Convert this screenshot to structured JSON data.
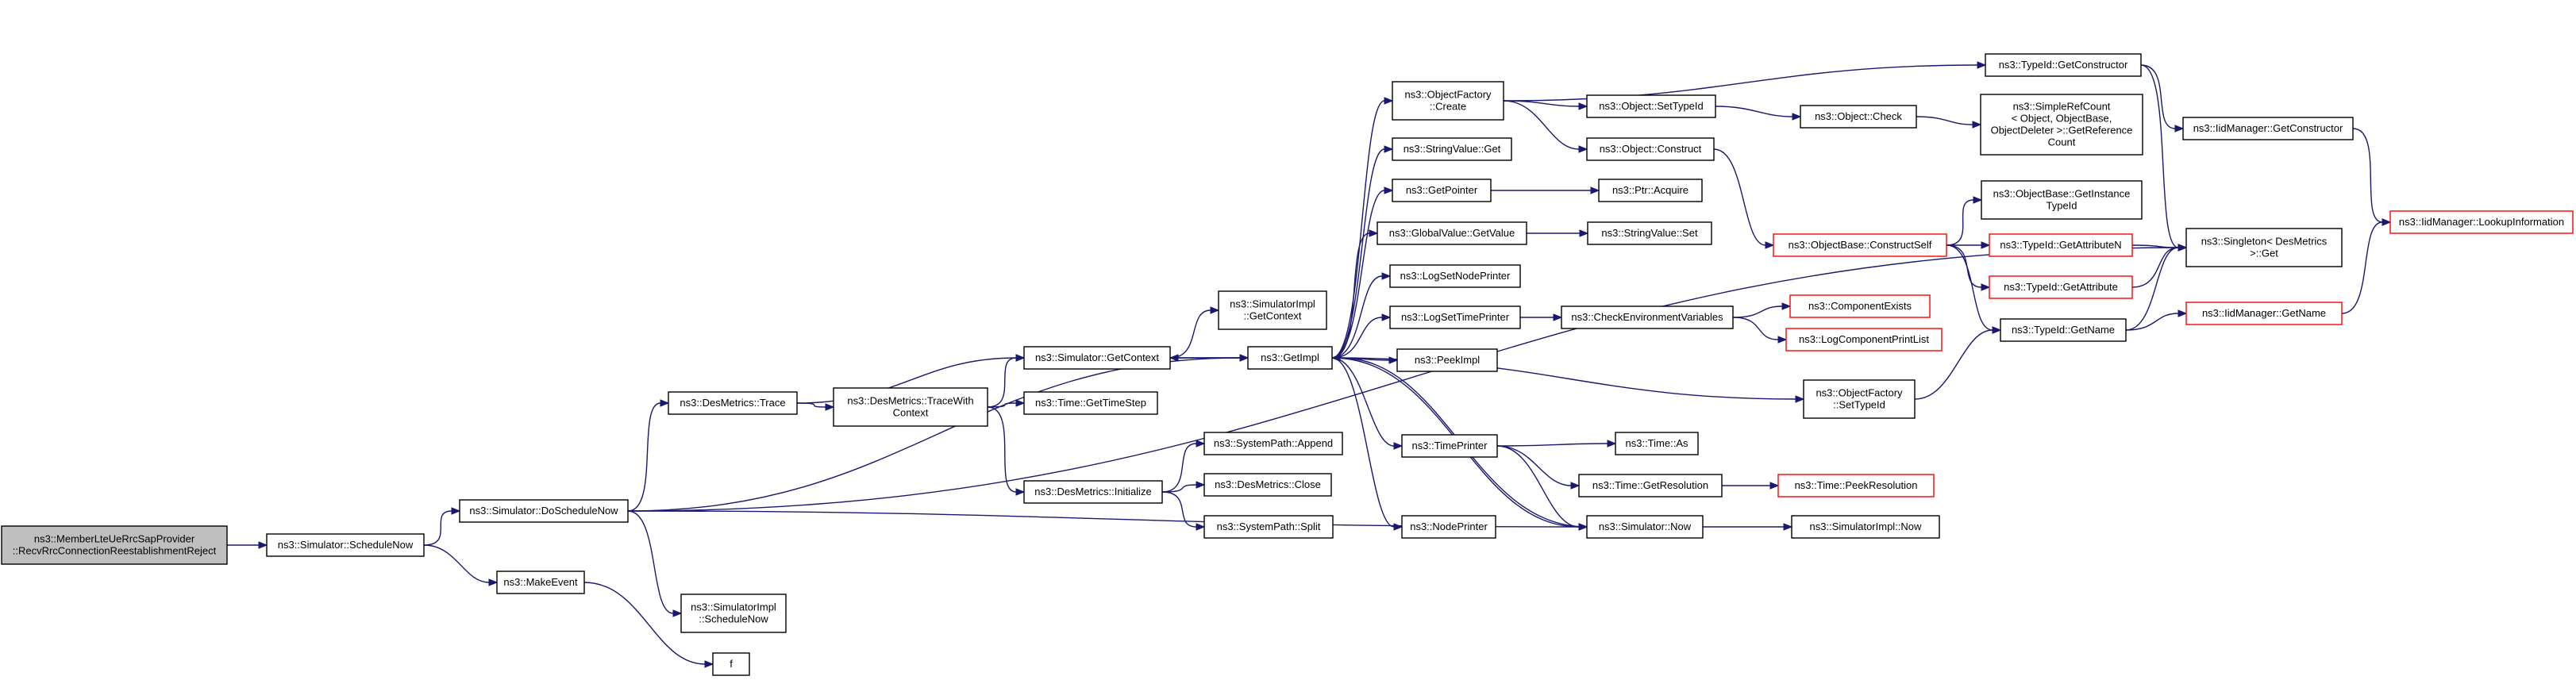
{
  "nodes": [
    {
      "id": "root",
      "lines": [
        "ns3::MemberLteUeRrcSapProvider",
        "::RecvRrcConnectionReestablishmentReject"
      ],
      "style": "root"
    },
    {
      "id": "schedulenow",
      "lines": [
        "ns3::Simulator::ScheduleNow"
      ]
    },
    {
      "id": "doschedulenow",
      "lines": [
        "ns3::Simulator::DoScheduleNow"
      ]
    },
    {
      "id": "makeevent",
      "lines": [
        "ns3::MakeEvent"
      ]
    },
    {
      "id": "simimpl_schedulenow",
      "lines": [
        "ns3::SimulatorImpl",
        "::ScheduleNow"
      ]
    },
    {
      "id": "f",
      "lines": [
        "f"
      ]
    },
    {
      "id": "desmetrics_trace",
      "lines": [
        "ns3::DesMetrics::Trace"
      ]
    },
    {
      "id": "desmetrics_tracewith",
      "lines": [
        "ns3::DesMetrics::TraceWith",
        "Context"
      ]
    },
    {
      "id": "sim_getcontext",
      "lines": [
        "ns3::Simulator::GetContext"
      ]
    },
    {
      "id": "time_gettimestep",
      "lines": [
        "ns3::Time::GetTimeStep"
      ]
    },
    {
      "id": "desmetrics_initialize",
      "lines": [
        "ns3::DesMetrics::Initialize"
      ]
    },
    {
      "id": "systempath_append",
      "lines": [
        "ns3::SystemPath::Append"
      ]
    },
    {
      "id": "desmetrics_close",
      "lines": [
        "ns3::DesMetrics::Close"
      ]
    },
    {
      "id": "systempath_split",
      "lines": [
        "ns3::SystemPath::Split"
      ]
    },
    {
      "id": "simimpl_getcontext",
      "lines": [
        "ns3::SimulatorImpl",
        "::GetContext"
      ]
    },
    {
      "id": "getimpl",
      "lines": [
        "ns3::GetImpl"
      ]
    },
    {
      "id": "objectfactory_create",
      "lines": [
        "ns3::ObjectFactory",
        "::Create"
      ]
    },
    {
      "id": "stringvalue_get",
      "lines": [
        "ns3::StringValue::Get"
      ]
    },
    {
      "id": "getpointer",
      "lines": [
        "ns3::GetPointer"
      ]
    },
    {
      "id": "globalvalue_getvalue",
      "lines": [
        "ns3::GlobalValue::GetValue"
      ]
    },
    {
      "id": "logsetnodeprinter",
      "lines": [
        "ns3::LogSetNodePrinter"
      ]
    },
    {
      "id": "logsettimeprinter",
      "lines": [
        "ns3::LogSetTimePrinter"
      ]
    },
    {
      "id": "peekimpl",
      "lines": [
        "ns3::PeekImpl"
      ]
    },
    {
      "id": "timeprinter",
      "lines": [
        "ns3::TimePrinter"
      ]
    },
    {
      "id": "nodeprinter",
      "lines": [
        "ns3::NodePrinter"
      ]
    },
    {
      "id": "object_settypeid",
      "lines": [
        "ns3::Object::SetTypeId"
      ]
    },
    {
      "id": "object_construct",
      "lines": [
        "ns3::Object::Construct"
      ]
    },
    {
      "id": "ptr_acquire",
      "lines": [
        "ns3::Ptr::Acquire"
      ]
    },
    {
      "id": "stringvalue_set",
      "lines": [
        "ns3::StringValue::Set"
      ]
    },
    {
      "id": "checkenvvars",
      "lines": [
        "ns3::CheckEnvironmentVariables"
      ]
    },
    {
      "id": "time_as",
      "lines": [
        "ns3::Time::As"
      ]
    },
    {
      "id": "time_getresolution",
      "lines": [
        "ns3::Time::GetResolution"
      ]
    },
    {
      "id": "sim_now",
      "lines": [
        "ns3::Simulator::Now"
      ]
    },
    {
      "id": "object_check",
      "lines": [
        "ns3::Object::Check"
      ]
    },
    {
      "id": "simplerefcount",
      "lines": [
        "ns3::SimpleRefCount",
        "< Object, ObjectBase,",
        "ObjectDeleter >::GetReference",
        "Count"
      ]
    },
    {
      "id": "objectbase_constructself",
      "lines": [
        "ns3::ObjectBase::ConstructSelf"
      ],
      "style": "red"
    },
    {
      "id": "objectbase_getinstancetypeid",
      "lines": [
        "ns3::ObjectBase::GetInstance",
        "TypeId"
      ]
    },
    {
      "id": "typeid_getattributen",
      "lines": [
        "ns3::TypeId::GetAttributeN"
      ],
      "style": "red"
    },
    {
      "id": "typeid_getattribute",
      "lines": [
        "ns3::TypeId::GetAttribute"
      ],
      "style": "red"
    },
    {
      "id": "typeid_getname",
      "lines": [
        "ns3::TypeId::GetName"
      ]
    },
    {
      "id": "componentexists",
      "lines": [
        "ns3::ComponentExists"
      ],
      "style": "red"
    },
    {
      "id": "logcomponentprintlist",
      "lines": [
        "ns3::LogComponentPrintList"
      ],
      "style": "red"
    },
    {
      "id": "objectfactory_settypeid",
      "lines": [
        "ns3::ObjectFactory",
        "::SetTypeId"
      ]
    },
    {
      "id": "time_peekresolution",
      "lines": [
        "ns3::Time::PeekResolution"
      ],
      "style": "red"
    },
    {
      "id": "simimpl_now",
      "lines": [
        "ns3::SimulatorImpl::Now"
      ]
    },
    {
      "id": "typeid_getconstructor",
      "lines": [
        "ns3::TypeId::GetConstructor"
      ]
    },
    {
      "id": "iidmanager_getconstructor",
      "lines": [
        "ns3::IidManager::GetConstructor"
      ]
    },
    {
      "id": "singleton_get",
      "lines": [
        "ns3::Singleton< DesMetrics",
        ">::Get"
      ]
    },
    {
      "id": "iidmanager_getname",
      "lines": [
        "ns3::IidManager::GetName"
      ],
      "style": "red"
    },
    {
      "id": "iidmanager_lookupinfo",
      "lines": [
        "ns3::IidManager::LookupInformation"
      ],
      "style": "red"
    }
  ],
  "edges": [
    [
      "root",
      "schedulenow"
    ],
    [
      "schedulenow",
      "doschedulenow"
    ],
    [
      "schedulenow",
      "makeevent"
    ],
    [
      "makeevent",
      "f"
    ],
    [
      "doschedulenow",
      "singleton_get"
    ],
    [
      "doschedulenow",
      "desmetrics_trace"
    ],
    [
      "doschedulenow",
      "getimpl"
    ],
    [
      "doschedulenow",
      "simimpl_schedulenow"
    ],
    [
      "doschedulenow",
      "sim_now"
    ],
    [
      "desmetrics_trace",
      "sim_getcontext"
    ],
    [
      "desmetrics_trace",
      "desmetrics_tracewith"
    ],
    [
      "desmetrics_tracewith",
      "sim_getcontext"
    ],
    [
      "desmetrics_tracewith",
      "time_gettimestep"
    ],
    [
      "desmetrics_tracewith",
      "desmetrics_initialize"
    ],
    [
      "desmetrics_initialize",
      "systempath_append"
    ],
    [
      "desmetrics_initialize",
      "desmetrics_close"
    ],
    [
      "desmetrics_initialize",
      "systempath_split"
    ],
    [
      "sim_getcontext",
      "simimpl_getcontext"
    ],
    [
      "sim_getcontext",
      "getimpl"
    ],
    [
      "getimpl",
      "sim_getcontext"
    ],
    [
      "getimpl",
      "objectfactory_create"
    ],
    [
      "getimpl",
      "stringvalue_get"
    ],
    [
      "getimpl",
      "getpointer"
    ],
    [
      "getimpl",
      "globalvalue_getvalue"
    ],
    [
      "getimpl",
      "logsetnodeprinter"
    ],
    [
      "getimpl",
      "logsettimeprinter"
    ],
    [
      "getimpl",
      "peekimpl"
    ],
    [
      "getimpl",
      "objectfactory_settypeid"
    ],
    [
      "getimpl",
      "timeprinter"
    ],
    [
      "getimpl",
      "nodeprinter"
    ],
    [
      "getimpl",
      "sim_now"
    ],
    [
      "objectfactory_create",
      "typeid_getconstructor"
    ],
    [
      "objectfactory_create",
      "object_settypeid"
    ],
    [
      "objectfactory_create",
      "object_construct"
    ],
    [
      "object_settypeid",
      "object_check"
    ],
    [
      "object_check",
      "simplerefcount"
    ],
    [
      "object_construct",
      "objectbase_constructself"
    ],
    [
      "getpointer",
      "ptr_acquire"
    ],
    [
      "globalvalue_getvalue",
      "stringvalue_set"
    ],
    [
      "logsettimeprinter",
      "checkenvvars"
    ],
    [
      "checkenvvars",
      "componentexists"
    ],
    [
      "checkenvvars",
      "logcomponentprintlist"
    ],
    [
      "objectbase_constructself",
      "objectbase_getinstancetypeid"
    ],
    [
      "objectbase_constructself",
      "typeid_getattributen"
    ],
    [
      "objectbase_constructself",
      "typeid_getattribute"
    ],
    [
      "objectbase_constructself",
      "typeid_getname"
    ],
    [
      "typeid_getattributen",
      "singleton_get"
    ],
    [
      "typeid_getattribute",
      "singleton_get"
    ],
    [
      "typeid_getname",
      "singleton_get"
    ],
    [
      "typeid_getname",
      "iidmanager_getname"
    ],
    [
      "objectfactory_settypeid",
      "typeid_getname"
    ],
    [
      "timeprinter",
      "time_as"
    ],
    [
      "timeprinter",
      "time_getresolution"
    ],
    [
      "timeprinter",
      "sim_now"
    ],
    [
      "time_getresolution",
      "time_peekresolution"
    ],
    [
      "sim_now",
      "getimpl"
    ],
    [
      "sim_now",
      "simimpl_now"
    ],
    [
      "typeid_getconstructor",
      "iidmanager_getconstructor"
    ],
    [
      "typeid_getconstructor",
      "singleton_get"
    ],
    [
      "iidmanager_getconstructor",
      "iidmanager_lookupinfo"
    ],
    [
      "iidmanager_getname",
      "iidmanager_lookupinfo"
    ]
  ]
}
